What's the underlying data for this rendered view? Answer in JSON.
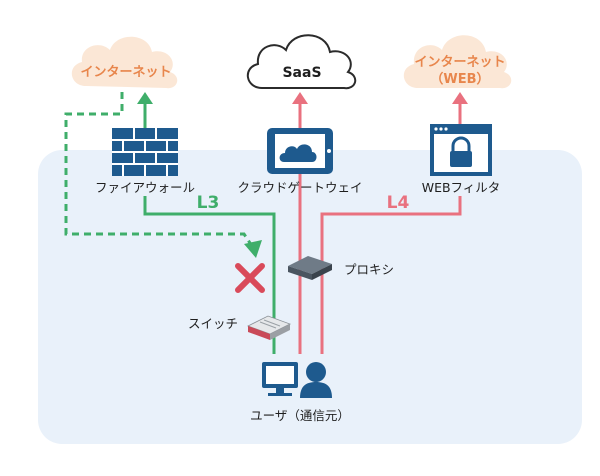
{
  "clouds": {
    "internet_left": "インターネット",
    "saas": "SaaS",
    "internet_right_line1": "インターネット",
    "internet_right_line2": "（WEB）"
  },
  "nodes": {
    "firewall": "ファイアウォール",
    "cloud_gateway": "クラウドゲートウェイ",
    "web_filter": "WEBフィルタ",
    "proxy": "プロキシ",
    "switch": "スイッチ",
    "user": "ユーザ（通信元）"
  },
  "layers": {
    "l3": "L3",
    "l4": "L4"
  },
  "colors": {
    "green": "#3fae6a",
    "pink": "#e9717f",
    "orange_text": "#e8864c",
    "navy": "#1e5a8e",
    "blocked_x": "#d94a5a",
    "zone_bg": "#e9f1fa"
  }
}
